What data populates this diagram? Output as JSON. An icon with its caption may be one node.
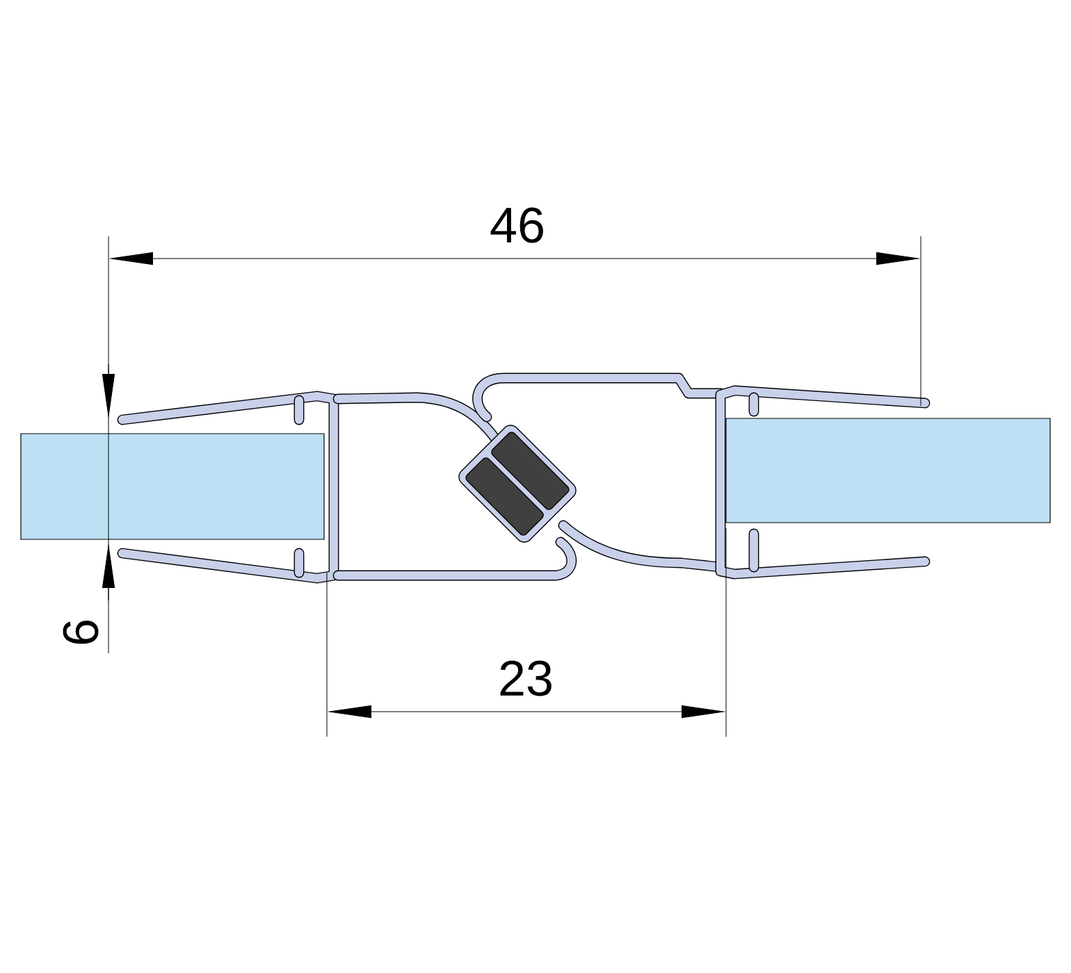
{
  "diagram": {
    "labels": [
      "46",
      "23",
      "6"
    ]
  }
}
